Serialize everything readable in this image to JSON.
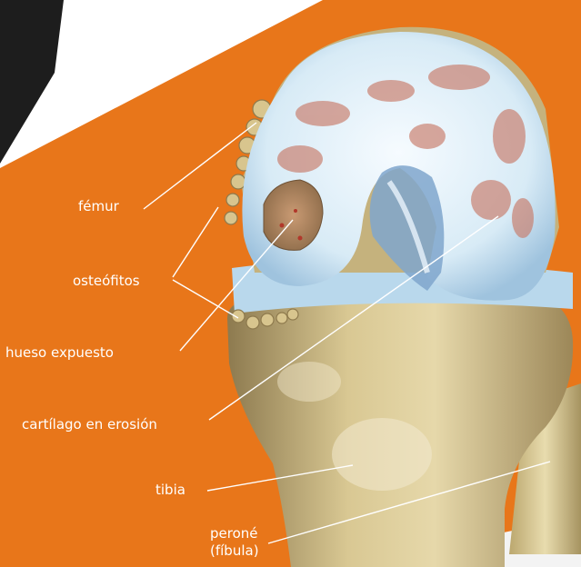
{
  "labels": {
    "femur": "fémur",
    "osteofitos": "osteófitos",
    "hueso_expuesto": "hueso expuesto",
    "cartilago": "cartílago en erosión",
    "tibia": "tibia",
    "perone_line1": "peroné",
    "perone_line2": "(fíbula)"
  },
  "colors": {
    "background_orange": "#e8761a",
    "panel_dark": "#1d1d1d",
    "bone": "#c8b47f",
    "cartilage": "#d6e9f4",
    "erosion": "#c87a68",
    "label_text": "#ffffff"
  }
}
